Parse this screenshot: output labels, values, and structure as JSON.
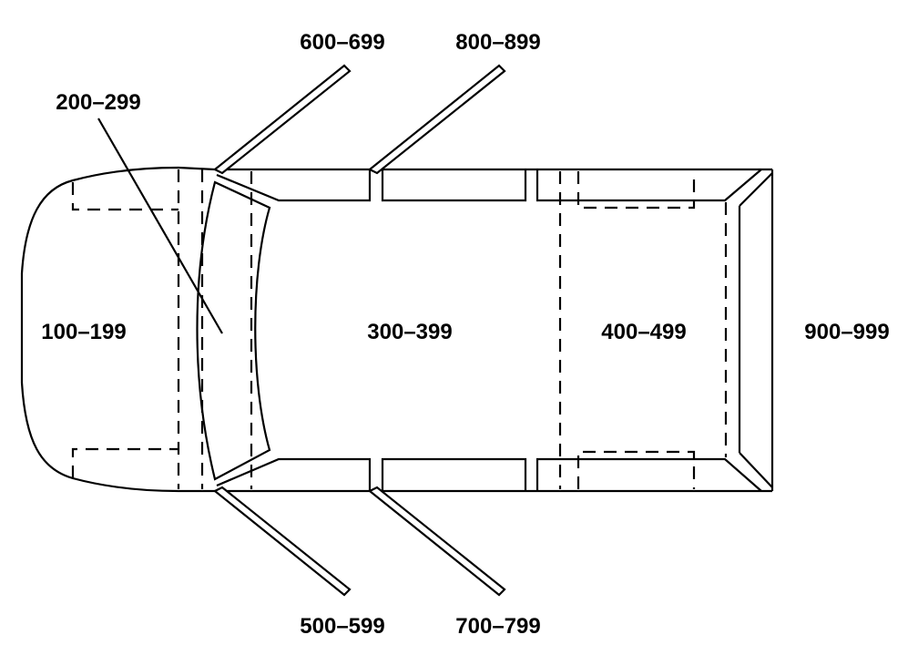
{
  "zones": {
    "front": "100–199",
    "windshield": "200–299",
    "cargo_front": "300–399",
    "cargo_rear": "400–499",
    "rear": "900–999"
  },
  "doors": {
    "left_front": "500–599",
    "right_front": "600–699",
    "left_rear": "700–799",
    "right_rear": "800–899"
  }
}
